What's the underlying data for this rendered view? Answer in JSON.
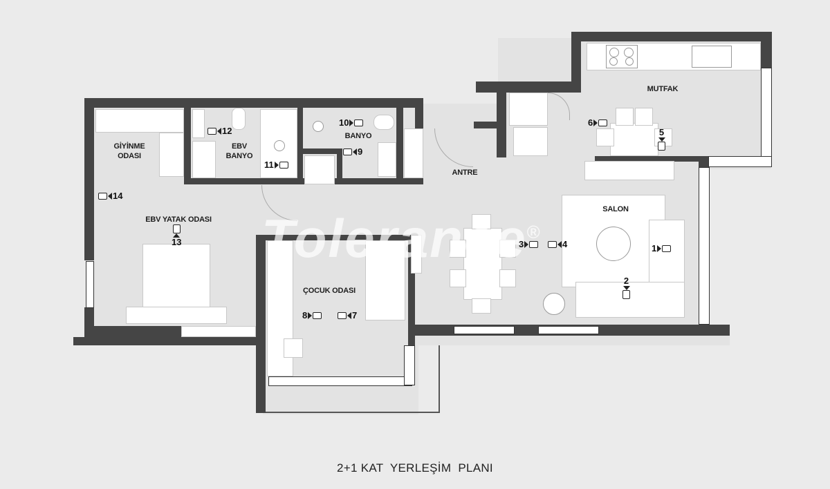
{
  "plan": {
    "caption": "2+1 KAT  YERLEŞİM  PLANI",
    "watermark": "Tolerance",
    "watermark_mark": "®",
    "colors": {
      "background": "#ebebeb",
      "floor": "#e3e3e3",
      "wall": "#454545",
      "furniture": "#ffffff"
    }
  },
  "rooms": {
    "giyinme": {
      "line1": "GİYİNME",
      "line2": "ODASI"
    },
    "ebv_banyo": {
      "line1": "EBV",
      "line2": "BANYO"
    },
    "banyo": "BANYO",
    "antre": "ANTRE",
    "mutfak": "MUTFAK",
    "salon": "SALON",
    "ebv_yatak": "EBV YATAK ODASI",
    "cocuk": "ÇOCUK ODASI"
  },
  "cameras": [
    {
      "id": "1",
      "room": "SALON"
    },
    {
      "id": "2",
      "room": "SALON"
    },
    {
      "id": "3",
      "room": "SALON"
    },
    {
      "id": "4",
      "room": "SALON"
    },
    {
      "id": "5",
      "room": "MUTFAK"
    },
    {
      "id": "6",
      "room": "MUTFAK"
    },
    {
      "id": "7",
      "room": "ÇOCUK ODASI"
    },
    {
      "id": "8",
      "room": "ÇOCUK ODASI"
    },
    {
      "id": "9",
      "room": "BANYO"
    },
    {
      "id": "10",
      "room": "BANYO"
    },
    {
      "id": "11",
      "room": "EBV BANYO"
    },
    {
      "id": "12",
      "room": "EBV BANYO"
    },
    {
      "id": "13",
      "room": "EBV YATAK ODASI"
    },
    {
      "id": "14",
      "room": "EBV YATAK ODASI"
    }
  ]
}
